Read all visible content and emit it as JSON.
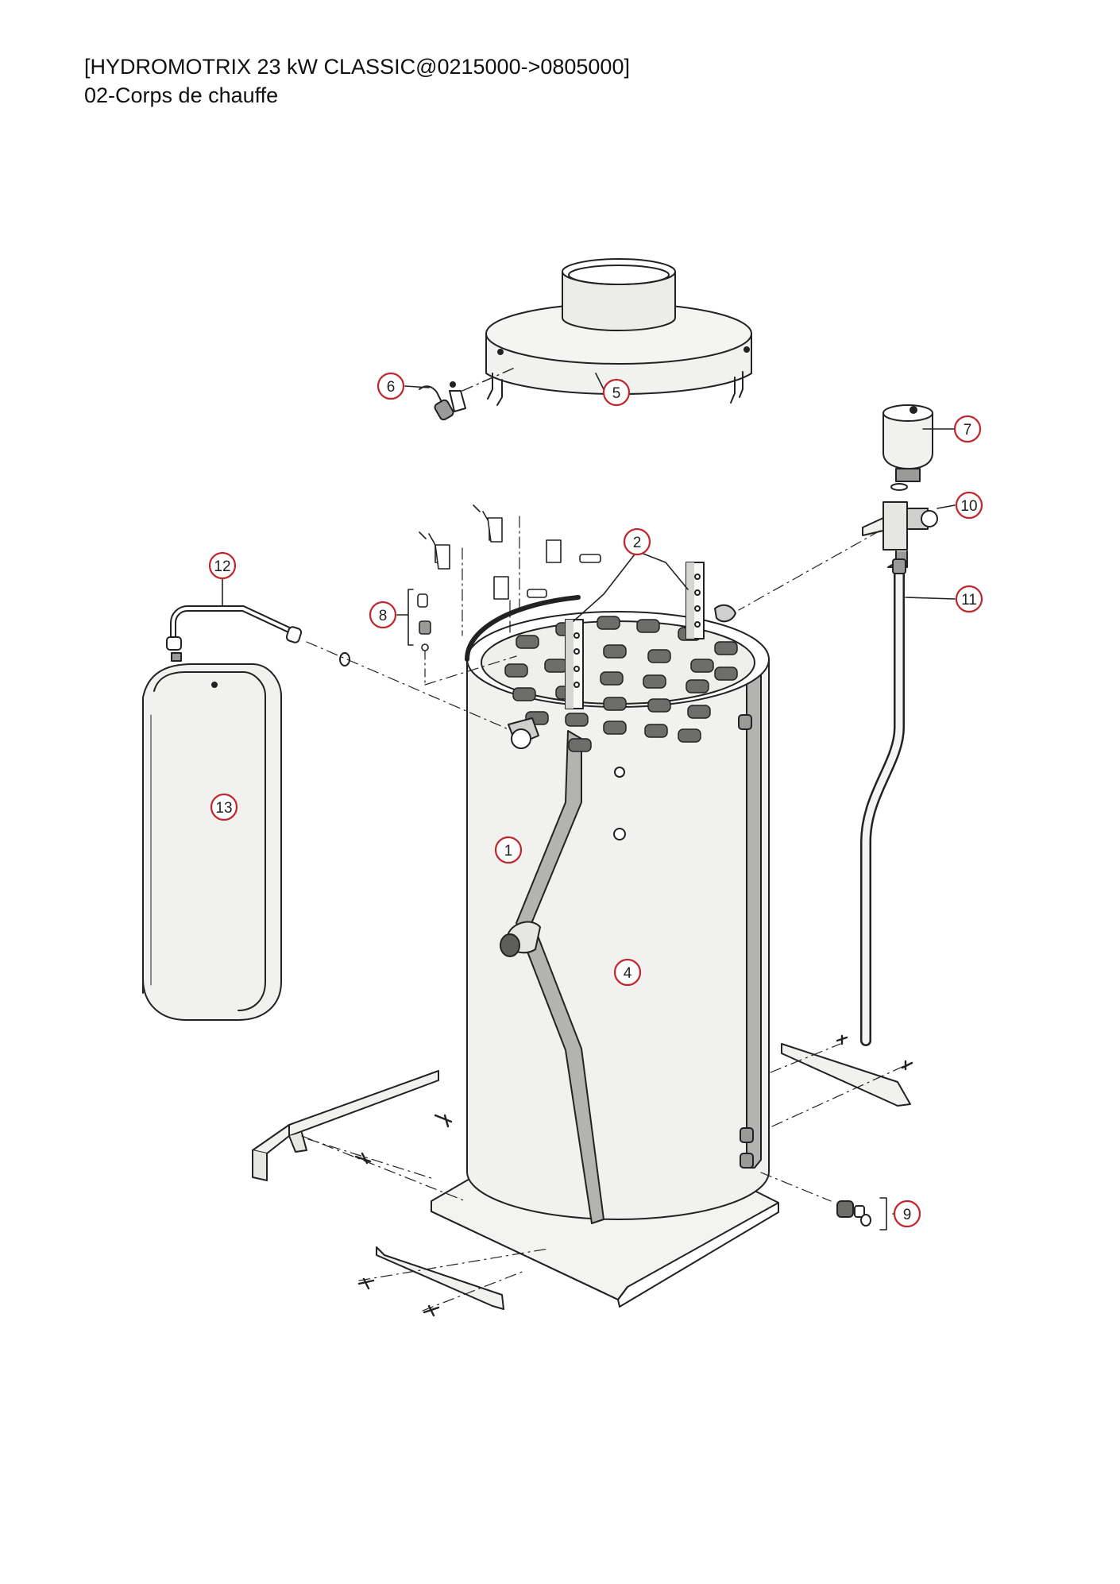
{
  "header": {
    "title": "[HYDROMOTRIX 23 kW CLASSIC@0215000->0805000]",
    "subtitle": "02-Corps de chauffe"
  },
  "colors": {
    "callout": "#c0272d",
    "line": "#222222",
    "body_fill": "#f1f1ef",
    "shadow": "#b3b3b1",
    "tube": "#6d6d6b"
  },
  "callouts": [
    {
      "id": "c1",
      "label": "1"
    },
    {
      "id": "c2",
      "label": "2"
    },
    {
      "id": "c4",
      "label": "4"
    },
    {
      "id": "c5",
      "label": "5"
    },
    {
      "id": "c6",
      "label": "6"
    },
    {
      "id": "c7",
      "label": "7"
    },
    {
      "id": "c8",
      "label": "8"
    },
    {
      "id": "c9",
      "label": "9"
    },
    {
      "id": "c10",
      "label": "10"
    },
    {
      "id": "c11",
      "label": "11"
    },
    {
      "id": "c12",
      "label": "12"
    },
    {
      "id": "c13",
      "label": "13"
    }
  ]
}
